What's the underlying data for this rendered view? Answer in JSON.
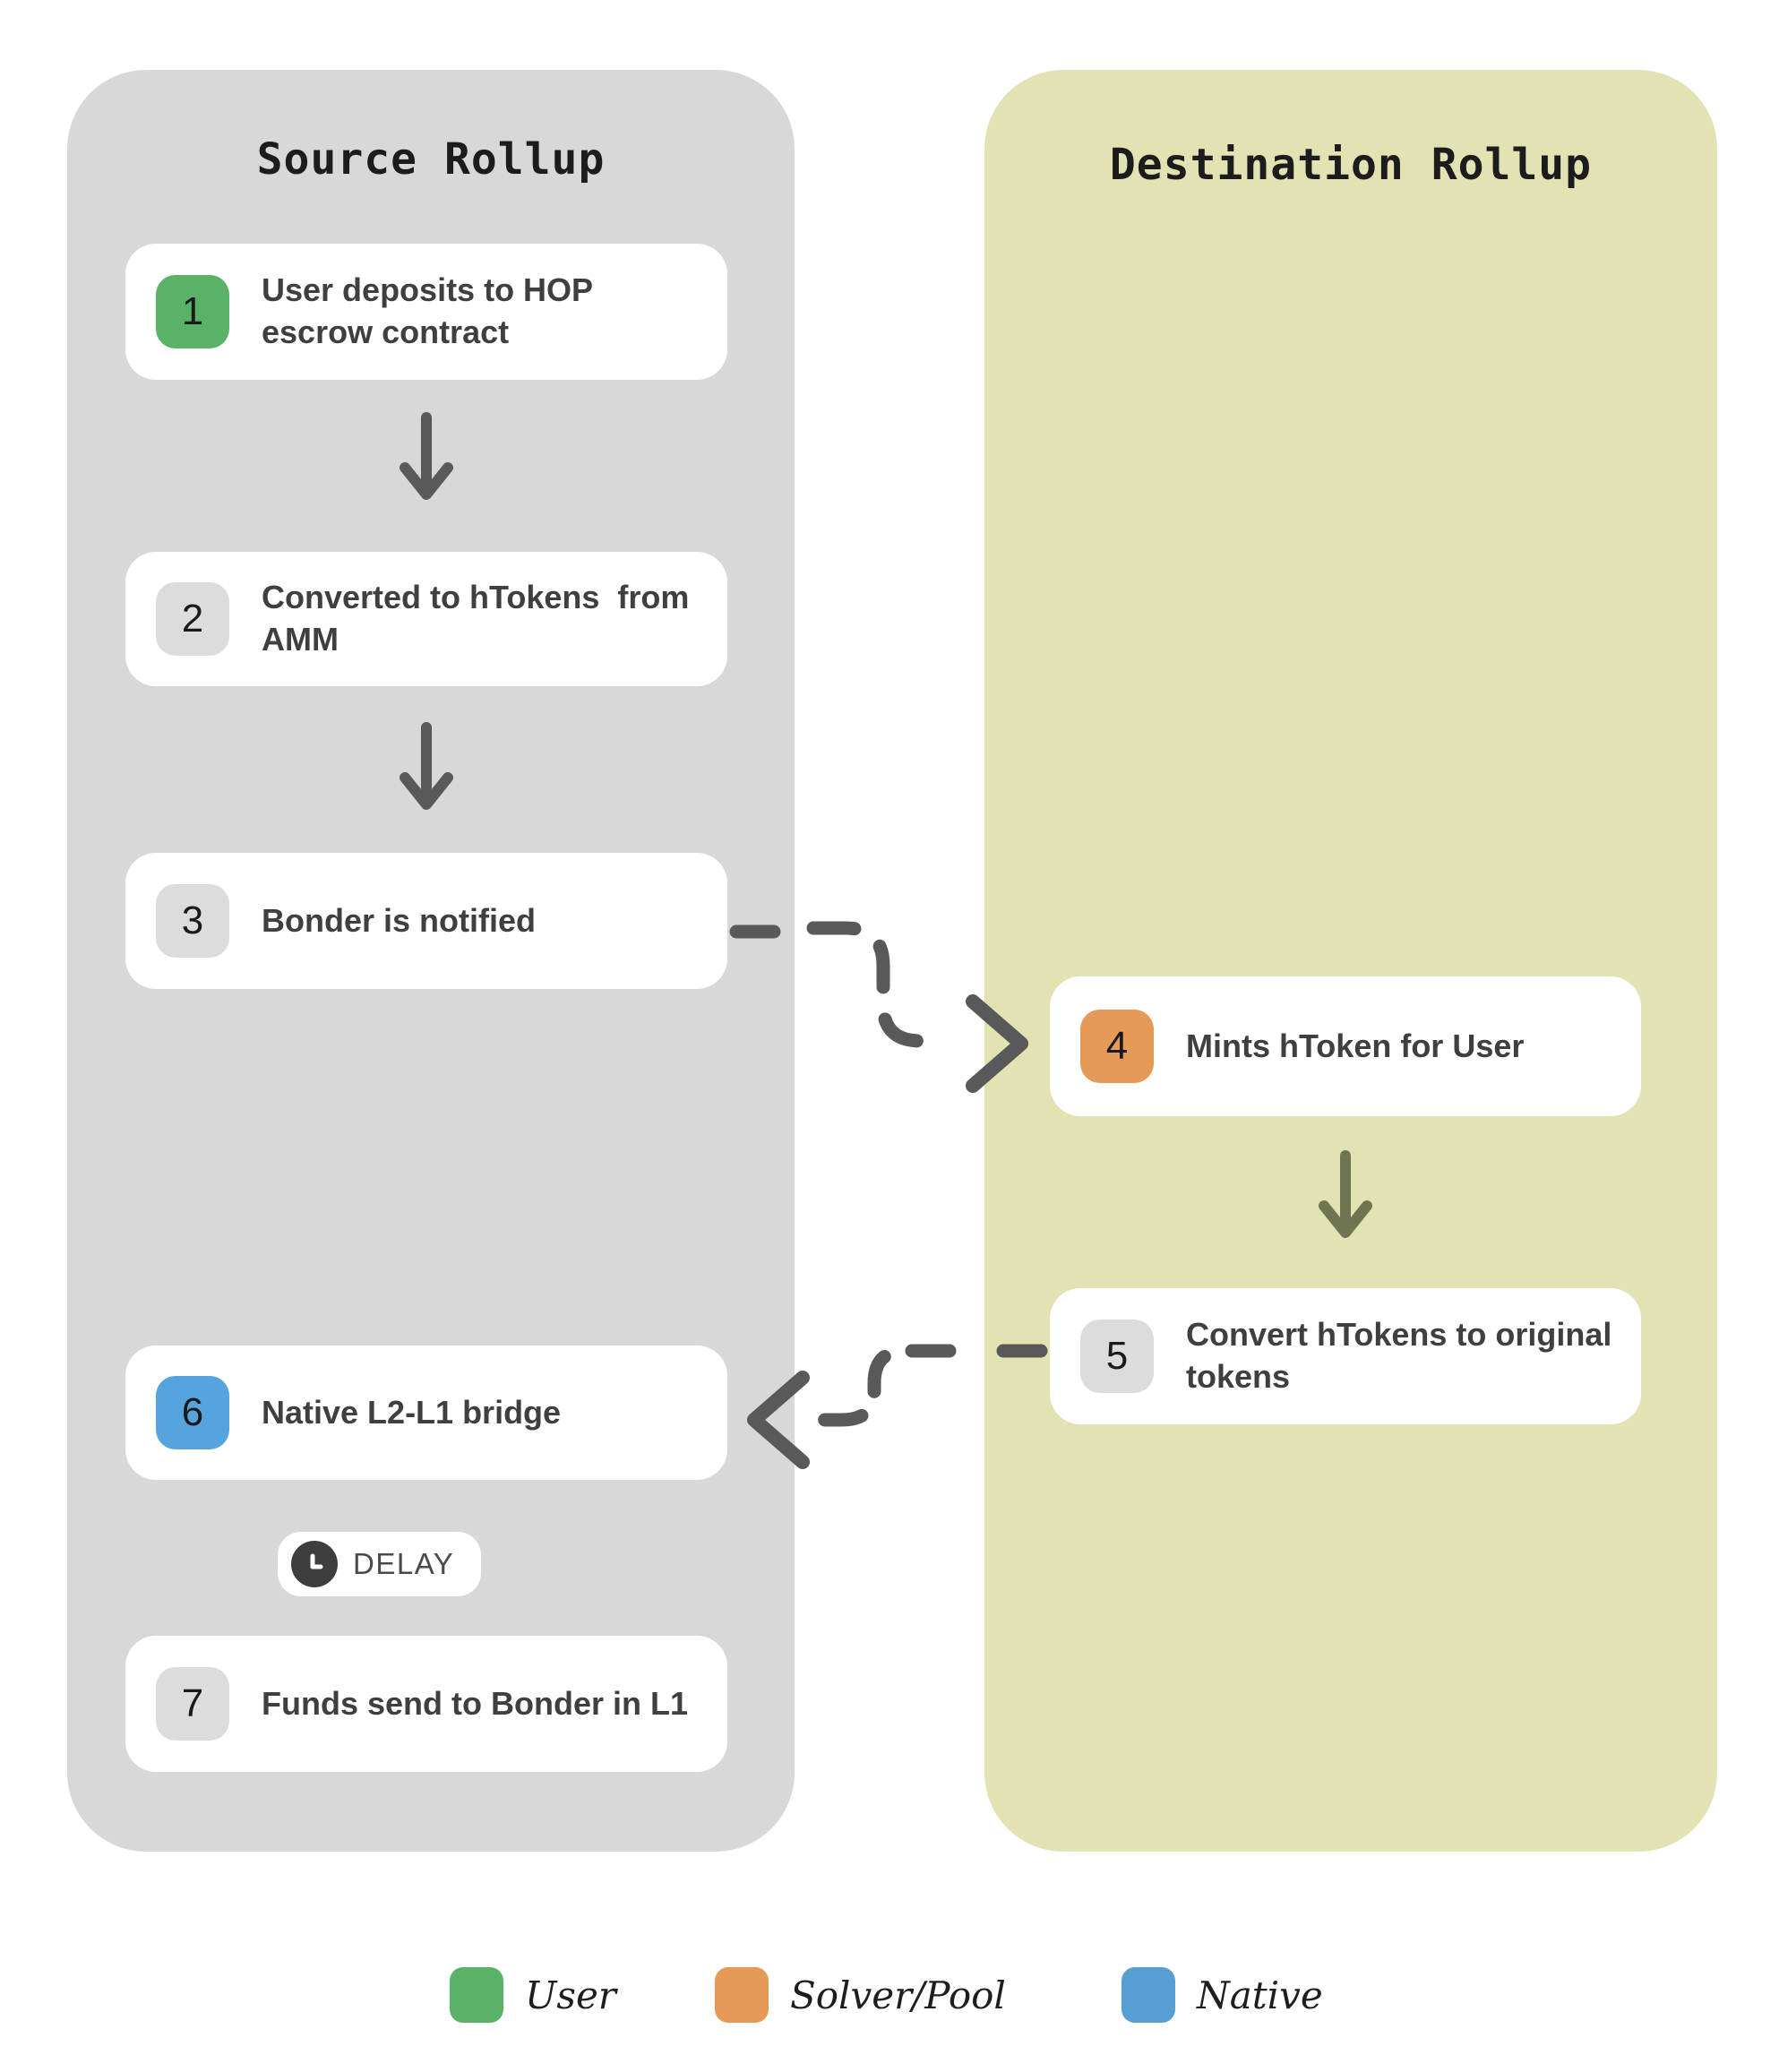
{
  "panels": {
    "source": {
      "title": "Source Rollup",
      "bg": "#d8d8d8"
    },
    "destination": {
      "title": "Destination Rollup",
      "bg": "#e2e2b3"
    }
  },
  "steps": [
    {
      "num": "1",
      "label": "User deposits to HOP escrow contract",
      "badge_color_name": "green",
      "badge_color": "#5ab269",
      "panel": "source"
    },
    {
      "num": "2",
      "label": "Converted to hTokens  from AMM",
      "badge_color_name": "gray",
      "badge_color": "#dcdcdc",
      "panel": "source"
    },
    {
      "num": "3",
      "label": "Bonder is notified",
      "badge_color_name": "gray",
      "badge_color": "#dcdcdc",
      "panel": "source"
    },
    {
      "num": "4",
      "label": "Mints hToken for User",
      "badge_color_name": "orange",
      "badge_color": "#e59a57",
      "panel": "destination"
    },
    {
      "num": "5",
      "label": "Convert hTokens to original tokens",
      "badge_color_name": "gray",
      "badge_color": "#dcdcdc",
      "panel": "destination"
    },
    {
      "num": "6",
      "label": "Native L2-L1 bridge",
      "badge_color_name": "blue",
      "badge_color": "#55a4de",
      "panel": "source"
    },
    {
      "num": "7",
      "label": "Funds send to Bonder in L1",
      "badge_color_name": "gray",
      "badge_color": "#dcdcdc",
      "panel": "source"
    }
  ],
  "delay_badge": {
    "label": "DELAY",
    "icon": "clock"
  },
  "legend": [
    {
      "label": "User",
      "color": "#5ab269"
    },
    {
      "label": "Solver/Pool",
      "color": "#e59a57"
    },
    {
      "label": "Native",
      "color": "#579fd3"
    }
  ],
  "colors": {
    "page_background": "#ffffff",
    "card_background": "#ffffff",
    "card_text": "#3f3f3f",
    "title_text": "#1c1c1c",
    "arrow_gray": "#595959",
    "arrow_olive": "#6f7551"
  }
}
